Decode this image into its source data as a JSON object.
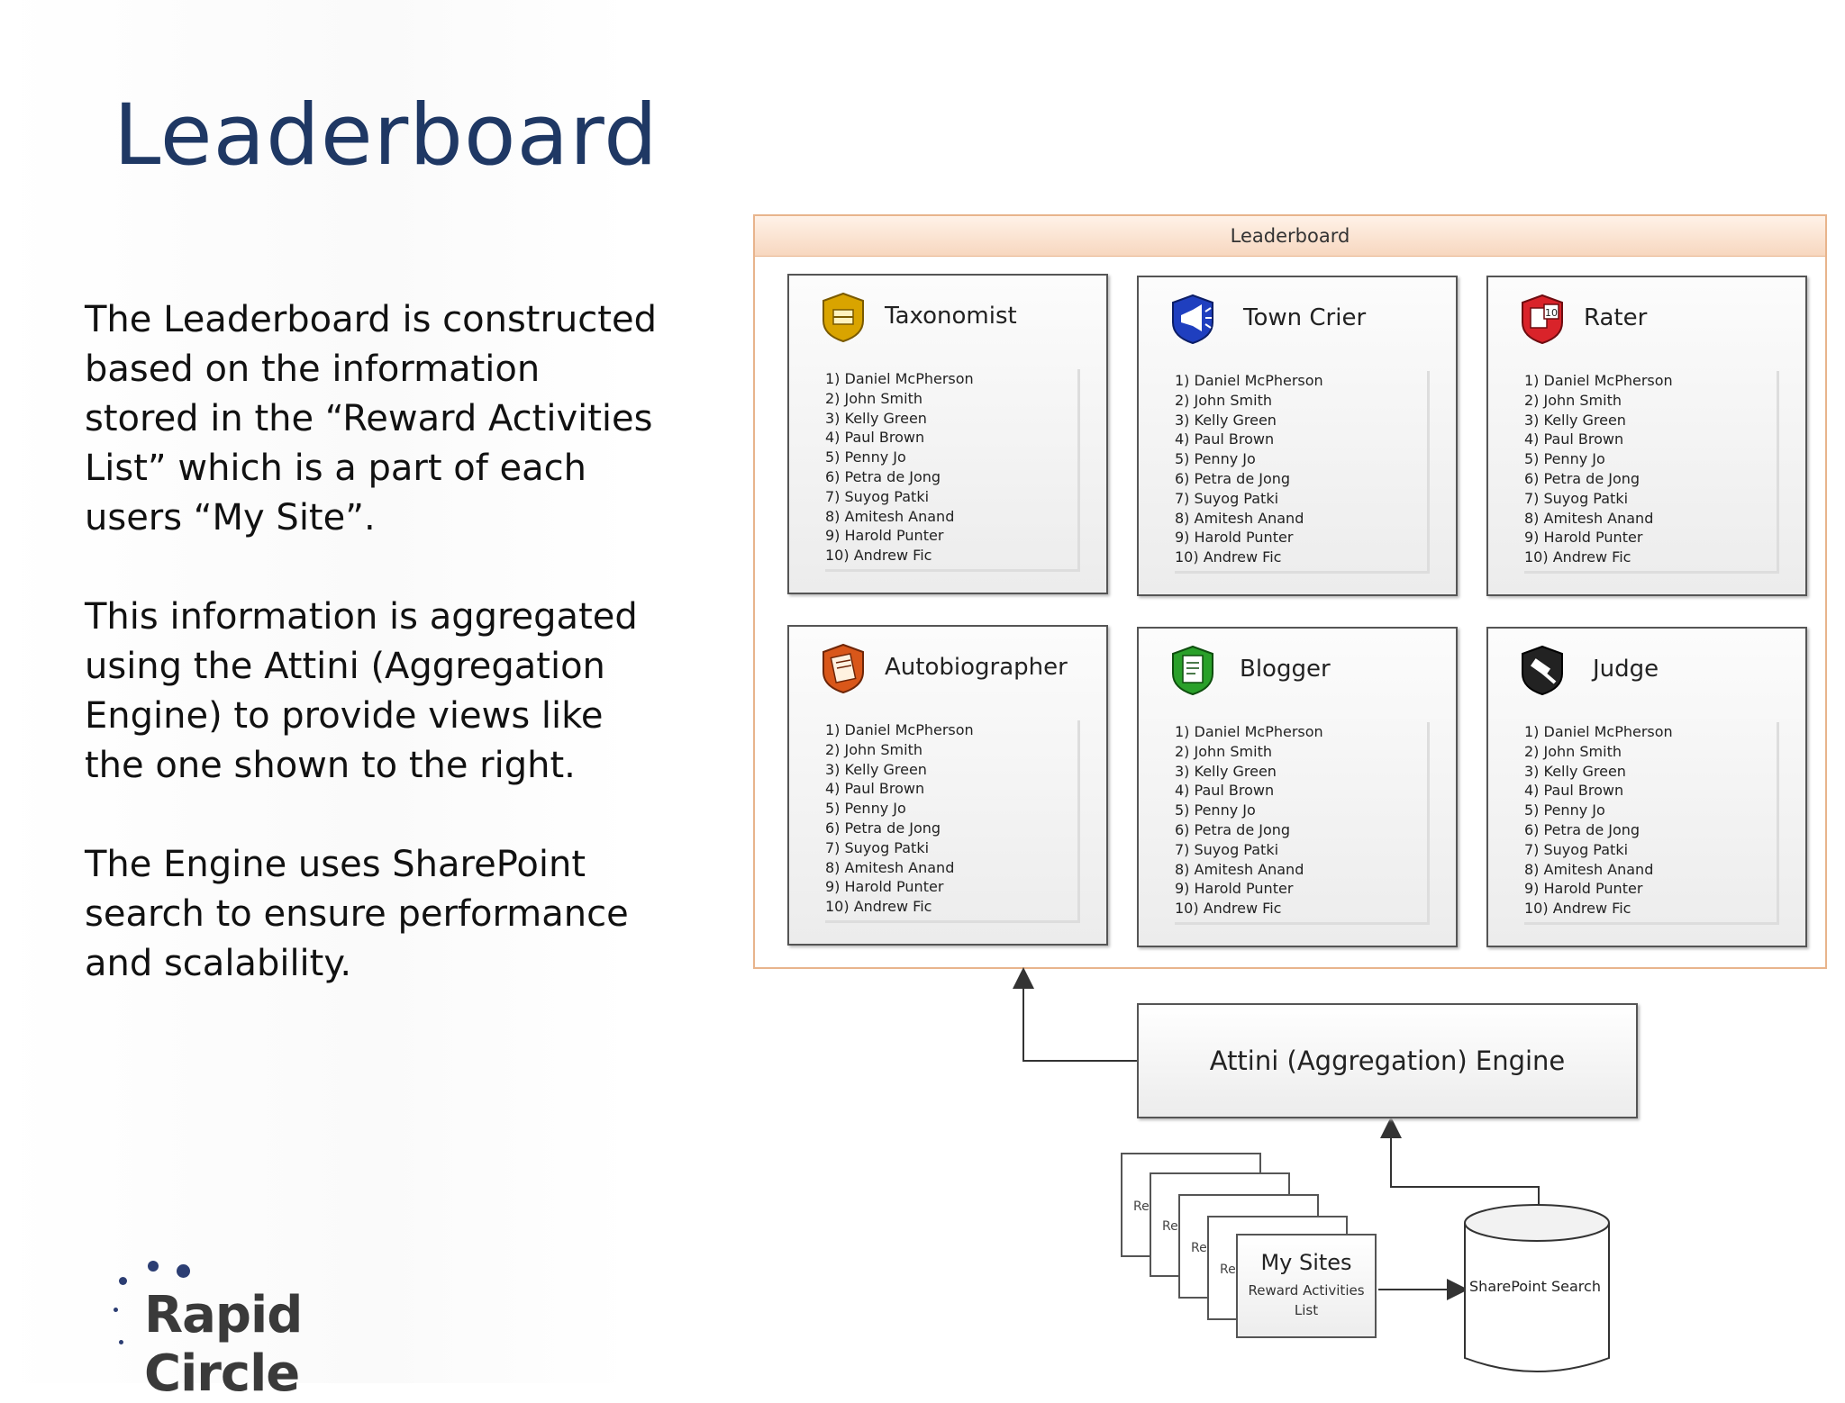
{
  "slide": {
    "title": "Leaderboard",
    "paragraphs": [
      "The Leaderboard is constructed based on the information stored in the “Reward Activities List” which is a part of each users “My Site”.",
      "This information is aggregated using the Attini (Aggregation Engine) to provide views like the one shown to the right.",
      "The Engine uses SharePoint search to ensure performance and scalability."
    ]
  },
  "logo": {
    "text": "Rapid Circle"
  },
  "leaderboard": {
    "title": "Leaderboard",
    "cards": [
      {
        "title": "Taxonomist",
        "icon": "taxonomist-badge-icon",
        "color": "#d9a400",
        "entries": [
          "1) Daniel McPherson",
          "2) John Smith",
          "3) Kelly Green",
          "4) Paul Brown",
          "5) Penny Jo",
          "6) Petra de Jong",
          "7) Suyog Patki",
          "8) Amitesh Anand",
          "9) Harold Punter",
          "10) Andrew Fic"
        ]
      },
      {
        "title": "Town Crier",
        "icon": "megaphone-badge-icon",
        "color": "#1f3fbf",
        "entries": [
          "1) Daniel McPherson",
          "2) John Smith",
          "3) Kelly Green",
          "4) Paul Brown",
          "5) Penny Jo",
          "6) Petra de Jong",
          "7) Suyog Patki",
          "8) Amitesh Anand",
          "9) Harold Punter",
          "10) Andrew Fic"
        ]
      },
      {
        "title": "Rater",
        "icon": "rater-badge-icon",
        "color": "#d9232a",
        "entries": [
          "1) Daniel McPherson",
          "2) John Smith",
          "3) Kelly Green",
          "4) Paul Brown",
          "5) Penny Jo",
          "6) Petra de Jong",
          "7) Suyog Patki",
          "8) Amitesh Anand",
          "9) Harold Punter",
          "10) Andrew Fic"
        ]
      },
      {
        "title": "Autobiographer",
        "icon": "notebook-badge-icon",
        "color": "#d9571a",
        "entries": [
          "1) Daniel McPherson",
          "2) John Smith",
          "3) Kelly Green",
          "4) Paul Brown",
          "5) Penny Jo",
          "6) Petra de Jong",
          "7) Suyog Patki",
          "8) Amitesh Anand",
          "9) Harold Punter",
          "10) Andrew Fic"
        ]
      },
      {
        "title": "Blogger",
        "icon": "document-badge-icon",
        "color": "#2aa02a",
        "entries": [
          "1) Daniel McPherson",
          "2) John Smith",
          "3) Kelly Green",
          "4) Paul Brown",
          "5) Penny Jo",
          "6) Petra de Jong",
          "7) Suyog Patki",
          "8) Amitesh Anand",
          "9) Harold Punter",
          "10) Andrew Fic"
        ]
      },
      {
        "title": "Judge",
        "icon": "gavel-badge-icon",
        "color": "#222222",
        "entries": [
          "1) Daniel McPherson",
          "2) John Smith",
          "3) Kelly Green",
          "4) Paul Brown",
          "5) Penny Jo",
          "6) Petra de Jong",
          "7) Suyog Patki",
          "8) Amitesh Anand",
          "9) Harold Punter",
          "10) Andrew Fic"
        ]
      }
    ]
  },
  "engine": {
    "label": "Attini (Aggregation) Engine"
  },
  "my_sites": {
    "title": "My Sites",
    "subtitle": "Reward Activities List",
    "stack_label": "Re"
  },
  "search": {
    "label": "SharePoint Search"
  }
}
